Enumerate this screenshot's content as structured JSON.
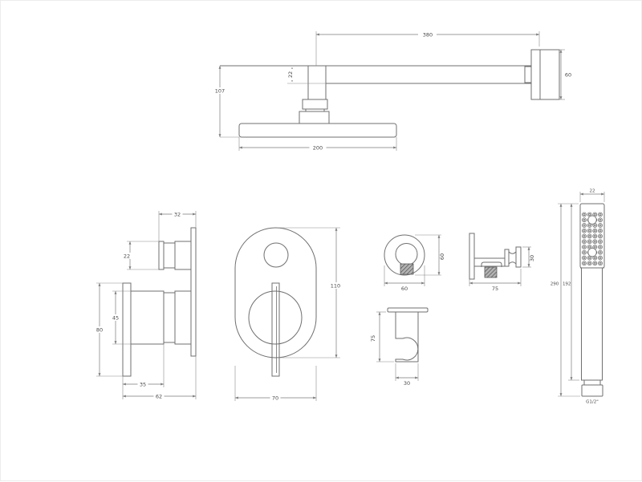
{
  "drawing": {
    "units_note": "",
    "colors": {
      "line": "#6f6f6f",
      "dimension_text": "#4a4a4a",
      "hatch_fill": "#b3b3b3",
      "hatch_line": "#4d4d4d",
      "background": "#ffffff"
    }
  },
  "views": {
    "overhead_shower": {
      "dims": {
        "arm_length": "380",
        "flange_size": "60",
        "overall_height": "107",
        "arm_thickness": "22",
        "head_width": "200"
      }
    },
    "mixer_side": {
      "dims": {
        "top_knob_depth": "32",
        "top_knob_size": "22",
        "lever_length": "80",
        "knob_size": "45",
        "knob_depth": "35",
        "total_depth": "62"
      }
    },
    "mixer_front": {
      "dims": {
        "plate_height": "110",
        "plate_width": "70"
      }
    },
    "outlet_front": {
      "dims": {
        "width": "60",
        "height": "60"
      }
    },
    "outlet_side": {
      "dims": {
        "depth": "75",
        "size": "30"
      }
    },
    "holder": {
      "dims": {
        "height": "75",
        "width": "30"
      }
    },
    "hand_shower": {
      "dims": {
        "width": "22",
        "total_length": "290",
        "body_length": "192",
        "thread": "G1/2\""
      },
      "nozzles": {
        "cols": 4,
        "rows": 10
      }
    }
  }
}
